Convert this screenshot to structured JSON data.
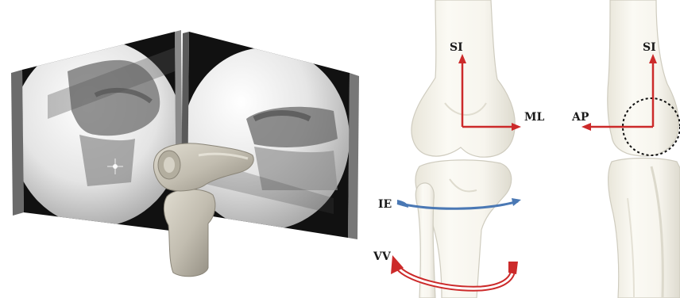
{
  "labels": {
    "si_anterior": "SI",
    "ml": "ML",
    "ie": "IE",
    "vv": "VV",
    "ap": "AP",
    "si_lateral": "SI"
  },
  "colors": {
    "axis_red": "#cc2a2a",
    "ie_blue": "#4a78b4",
    "bone_fill": "#f6f4ec",
    "bone_edge": "#c9c6ba",
    "screen_black": "#111111",
    "screen_side": "#707070",
    "implant": "#c6c1b4"
  },
  "icons": {
    "left_panel": "dual-fluoroscopy-setup",
    "middle_panel": "knee-bones-anterior-view",
    "right_panel": "knee-bones-lateral-view"
  }
}
